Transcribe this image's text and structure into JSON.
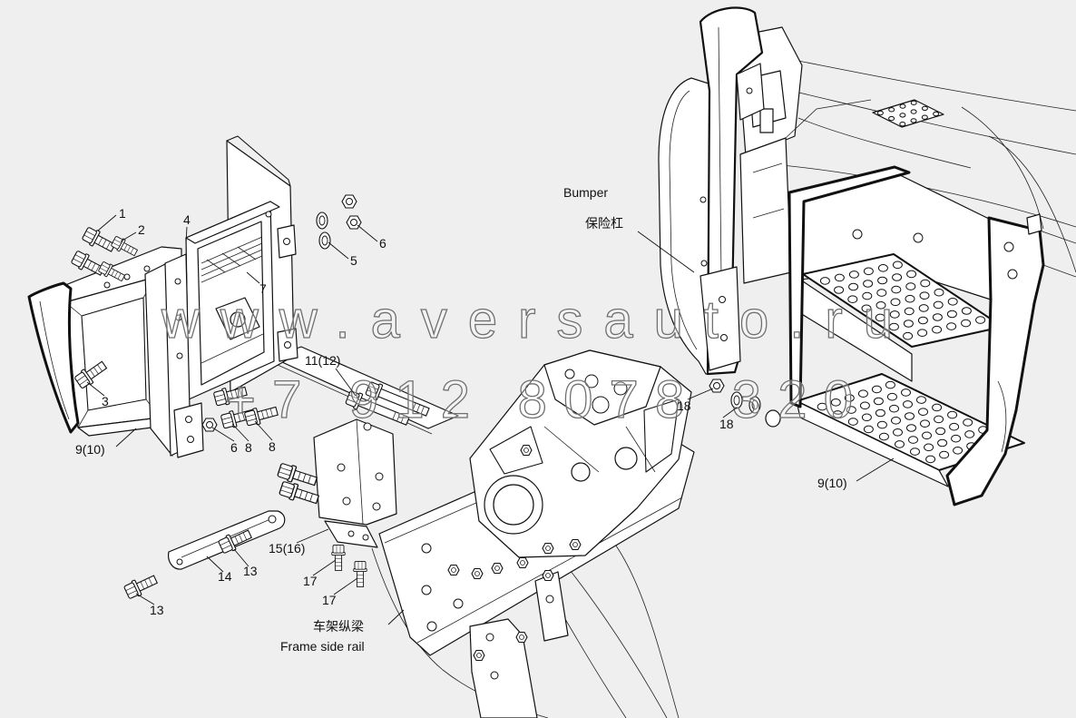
{
  "colors": {
    "background": "#efefef",
    "line": "#111111",
    "watermark": "#707070"
  },
  "callouts": [
    "1",
    "2",
    "4",
    "6",
    "5",
    "7",
    "3",
    "9(10)",
    "6",
    "8",
    "8",
    "11(12)",
    "18",
    "18",
    "9(10)",
    "15(16)",
    "17",
    "17",
    "14",
    "13",
    "13"
  ],
  "labels": {
    "bumper": "Bumper",
    "bumper_cn": "保险杠",
    "frame_rail_cn": "车架纵梁",
    "frame_rail": "Frame side rail"
  },
  "watermark": {
    "site": "www.aversauto.ru",
    "phone": "+7 912 8078 320"
  }
}
